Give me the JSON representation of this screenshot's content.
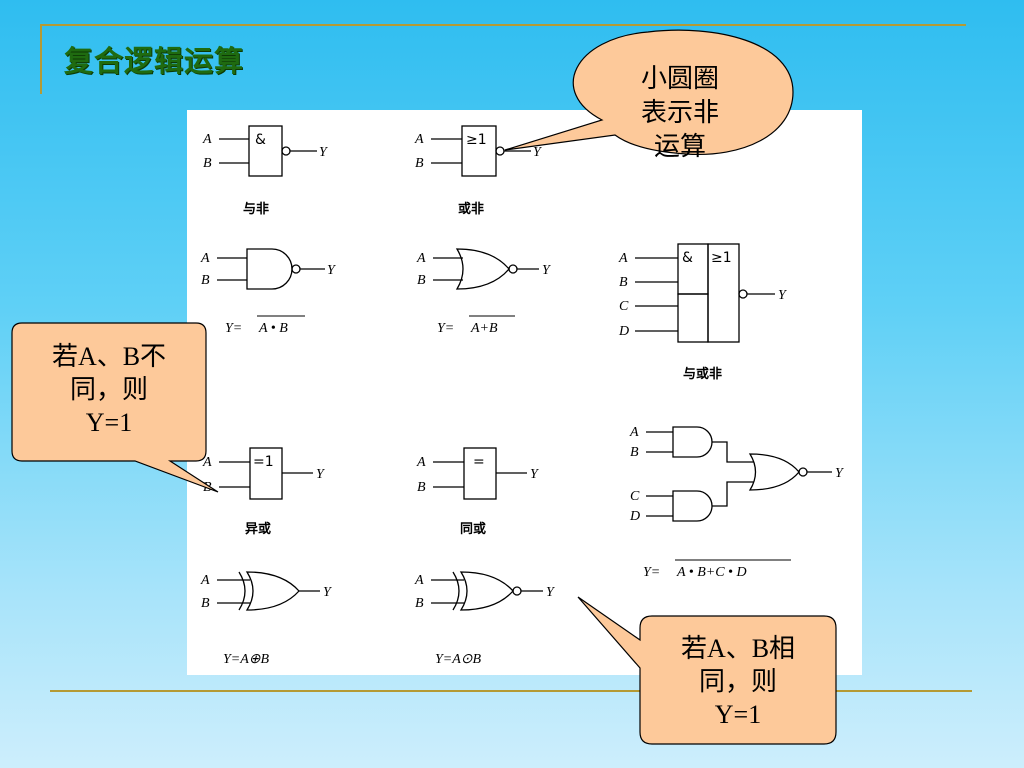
{
  "slide": {
    "title": "复合逻辑运算",
    "colors": {
      "background": "#2fbdf0",
      "title": "#1f6b10",
      "callout_fill": "#fdc99a",
      "rule": "#b49a34"
    }
  },
  "figure": {
    "gates": [
      {
        "id": "nand-rect",
        "caption": "与非",
        "symbol": "&",
        "inputs": [
          "A",
          "B"
        ],
        "output": "Y"
      },
      {
        "id": "nor-rect",
        "caption": "或非",
        "symbol": "≥1",
        "inputs": [
          "A",
          "B"
        ],
        "output": "Y"
      },
      {
        "id": "nand-dist",
        "formula": "Y=A·B (overlined)",
        "formula_lhs": "Y=",
        "formula_rhs": "A • B",
        "inputs": [
          "A",
          "B"
        ],
        "output": "Y"
      },
      {
        "id": "nor-dist",
        "formula_lhs": "Y=",
        "formula_rhs": "A+B",
        "inputs": [
          "A",
          "B"
        ],
        "output": "Y"
      },
      {
        "id": "aoi-rect",
        "caption": "与或非",
        "symbols": [
          "&",
          "≥1"
        ],
        "inputs": [
          "A",
          "B",
          "C",
          "D"
        ],
        "output": "Y"
      },
      {
        "id": "xor-rect",
        "caption": "异或",
        "symbol": "=1",
        "inputs": [
          "A",
          "B"
        ],
        "output": "Y"
      },
      {
        "id": "xnor-rect",
        "caption": "同或",
        "symbol": "=",
        "inputs": [
          "A",
          "B"
        ],
        "output": "Y"
      },
      {
        "id": "aoi-dist",
        "formula_lhs": "Y=",
        "formula_rhs": "A • B+C • D",
        "inputs": [
          "A",
          "B",
          "C",
          "D"
        ],
        "output": "Y"
      },
      {
        "id": "xor-dist",
        "formula": "Y=A⊕B",
        "inputs": [
          "A",
          "B"
        ],
        "output": "Y"
      },
      {
        "id": "xnor-dist",
        "formula": "Y=A⊙B",
        "inputs": [
          "A",
          "B"
        ],
        "output": "Y"
      }
    ]
  },
  "callouts": {
    "bubble": {
      "lines": [
        "小圆圈",
        "表示非",
        "运算"
      ]
    },
    "left": {
      "lines": [
        "若A、B不",
        "同，则",
        "Y=1"
      ]
    },
    "right": {
      "lines": [
        "若A、B相",
        "同，则",
        "Y=1"
      ]
    }
  }
}
